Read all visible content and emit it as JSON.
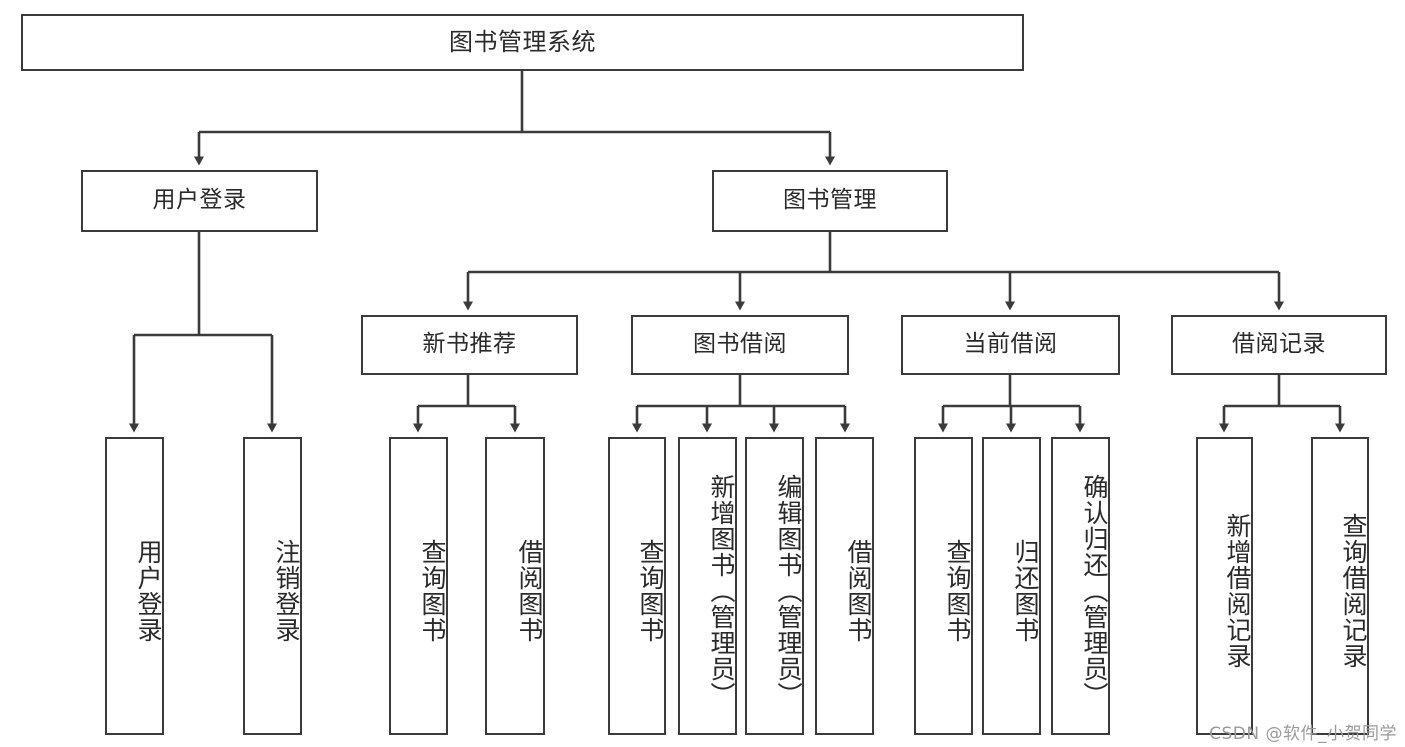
{
  "diagram": {
    "title": "图书管理系统",
    "type": "function-hierarchy-tree",
    "root": {
      "label": "图书管理系统"
    },
    "level2": [
      {
        "label": "用户登录"
      },
      {
        "label": "图书管理"
      }
    ],
    "level3": [
      {
        "label": "新书推荐"
      },
      {
        "label": "图书借阅"
      },
      {
        "label": "当前借阅"
      },
      {
        "label": "借阅记录"
      }
    ],
    "leaves": {
      "user_login": [
        {
          "label": "用户登录"
        },
        {
          "label": "注销登录"
        }
      ],
      "new_book_recommend": [
        {
          "label": "查询图书"
        },
        {
          "label": "借阅图书"
        }
      ],
      "book_borrow": [
        {
          "label": "查询图书"
        },
        {
          "label": "新增图书（管理员）"
        },
        {
          "label": "编辑图书（管理员）"
        },
        {
          "label": "借阅图书"
        }
      ],
      "current_borrow": [
        {
          "label": "查询图书"
        },
        {
          "label": "归还图书"
        },
        {
          "label": "确认归还（管理员）"
        }
      ],
      "borrow_record": [
        {
          "label": "新增借阅记录"
        },
        {
          "label": "查询借阅记录"
        }
      ]
    }
  },
  "watermark": {
    "text": "CSDN @软件_小贺同学"
  },
  "colors": {
    "border": "#3b3b3b",
    "text": "#2a2a2a",
    "background": "#ffffff",
    "watermark": "#9a9a9a"
  }
}
